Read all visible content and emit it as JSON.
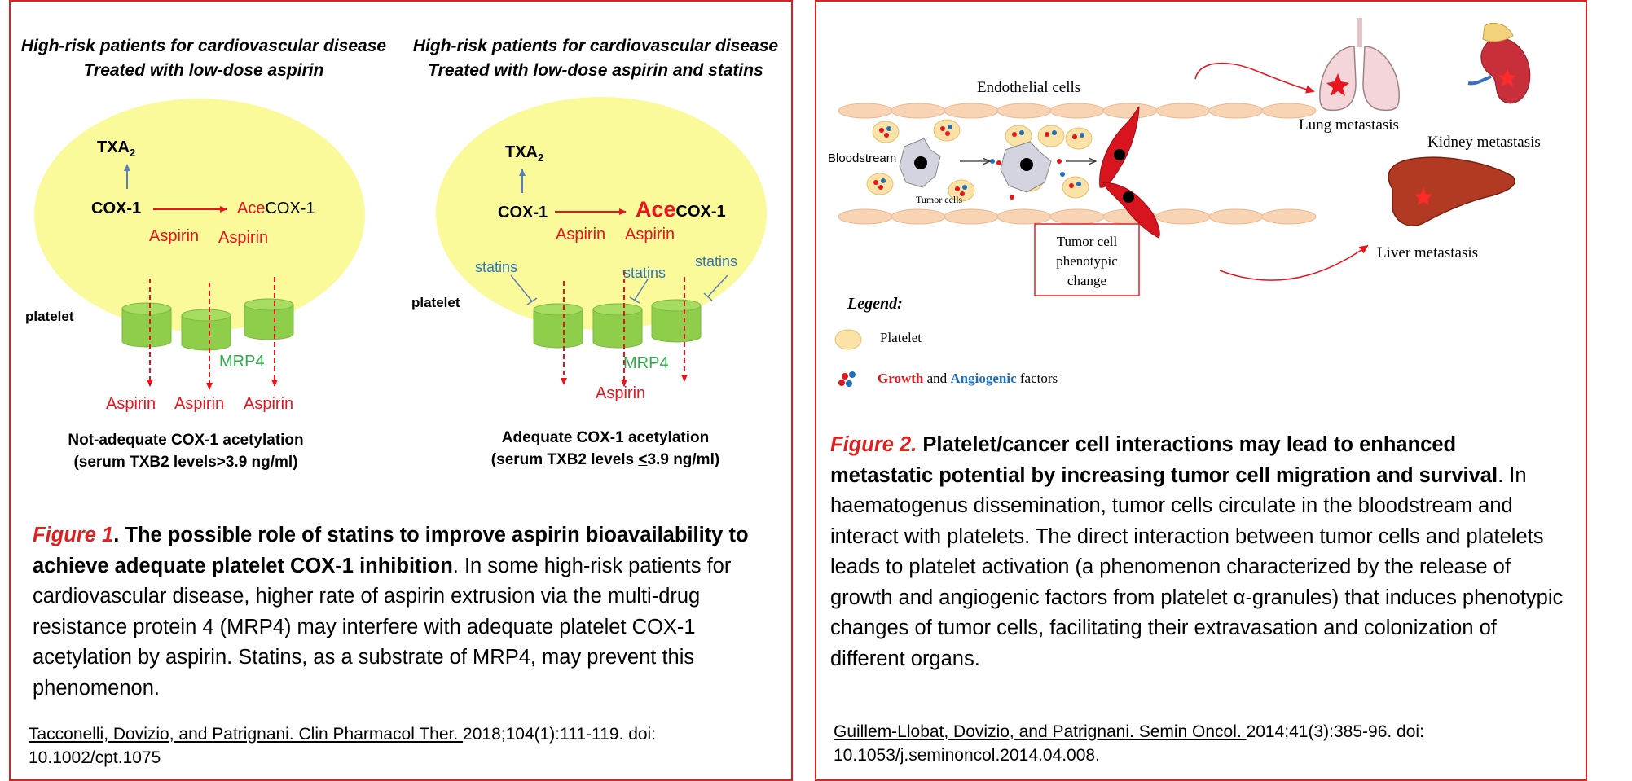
{
  "figure1": {
    "left_header": [
      "High-risk patients for cardiovascular disease",
      "Treated with low-dose aspirin"
    ],
    "right_header": [
      "High-risk patients for cardiovascular disease",
      "Treated with low-dose aspirin and statins"
    ],
    "labels": {
      "txa": "TXA",
      "txa_sub": "2",
      "cox1": "COX-1",
      "ace": "Ace",
      "acecox_suffix": "COX-1",
      "aspirin": "Aspirin",
      "platelet": "platelet",
      "mrp4": "MRP4",
      "statins": "statins"
    },
    "left_result": [
      "Not-adequate COX-1 acetylation",
      "(serum TXB2 levels>3.9 ng/ml)"
    ],
    "right_result_line1": "Adequate COX-1 acetylation",
    "right_result_line2_pre": "(serum TXB2 levels ",
    "right_result_le": "<",
    "right_result_line2_post": "3.9 ng/ml)",
    "caption_label": "Figure 1",
    "caption_dot": ".",
    "caption_title": " The possible role of statins to improve aspirin bioavailability to achieve adequate platelet COX-1 inhibition",
    "caption_body": ". In some high-risk patients for cardiovascular disease, higher rate of aspirin extrusion via the multi-drug resistance protein 4 (MRP4) may interfere with adequate platelet COX-1 acetylation by aspirin. Statins, as a substrate of MRP4, may prevent this phenomenon.",
    "ref_underlined": "Tacconelli, Dovizio, and Patrignani. Clin Pharmacol Ther. ",
    "ref_rest": "2018;104(1):111-119. doi: 10.1002/cpt.1075"
  },
  "figure2": {
    "labels": {
      "endothelial": "Endothelial cells",
      "bloodstream": "Bloodstream",
      "tumor_cells": "Tumor cells",
      "phenotypic": [
        "Tumor cell",
        "phenotypic",
        "change"
      ],
      "lung": "Lung metastasis",
      "kidney": "Kidney metastasis",
      "liver": "Liver metastasis"
    },
    "legend": {
      "title": "Legend:",
      "platelet": "Platelet",
      "growth": "Growth",
      "and": " and ",
      "angiogenic": "Angiogenic",
      "factors": " factors"
    },
    "caption_label": "Figure 2.",
    "caption_title": " Platelet/cancer cell interactions may lead to enhanced metastatic potential by increasing tumor cell migration and survival",
    "caption_body": ". In haematogenus dissemination, tumor cells circulate in the bloodstream and interact with platelets. The direct interaction between tumor cells and platelets leads to platelet activation (a phenomenon characterized by the release of growth and angiogenic factors from platelet α-granules) that induces phenotypic changes of tumor cells, facilitating their extravasation and colonization of different organs.",
    "ref_underlined": "Guillem-Llobat, Dovizio, and Patrignani. Semin Oncol. ",
    "ref_rest": "2014;41(3):385-96. doi: 10.1053/j.seminoncol.2014.04.008."
  },
  "colors": {
    "border": "#e02020",
    "platelet_fill": "#fafa9a",
    "mrp4_green": "#8fce4a",
    "mrp4_dark": "#6aa832",
    "aspirin_red": "#e8141e",
    "statins_blue": "#2e75b6",
    "arrow_blue": "#5b7fb5",
    "angiogenic_blue": "#1f6fbf",
    "mrp4_text": "#2eaa4a"
  }
}
